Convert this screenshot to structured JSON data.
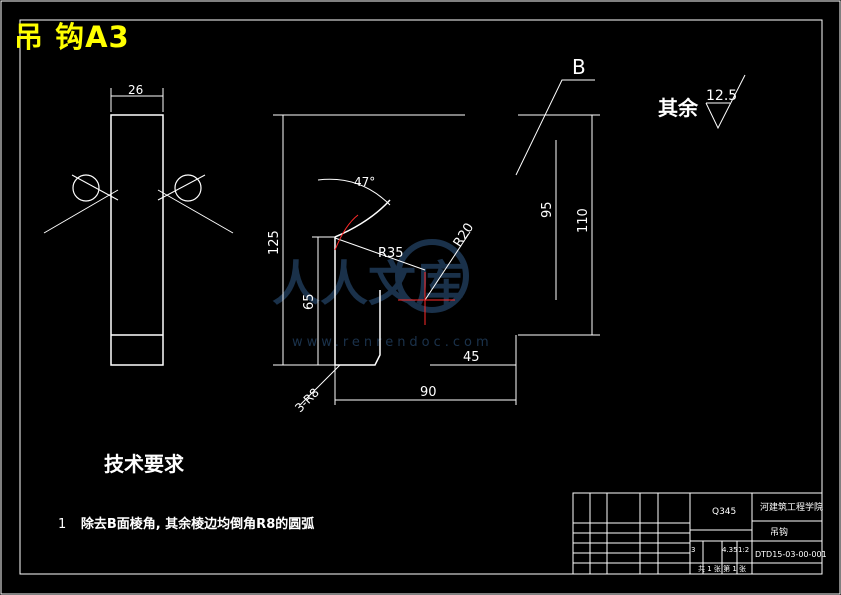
{
  "title": "吊 钩A3",
  "roughness": {
    "label": "其余",
    "value": "12.5"
  },
  "section_label": "B",
  "dimensions": {
    "thickness": "26",
    "angle": "47°",
    "r35": "R35",
    "r20": "R20",
    "h125": "125",
    "h65": "65",
    "h95": "95",
    "h110": "110",
    "w45": "45",
    "w90": "90",
    "fillet": "3-R8"
  },
  "tech_requirements": {
    "title": "技术要求",
    "items": [
      {
        "num": "1",
        "text": "除去B面棱角, 其余棱边均倒角R8的圆弧"
      }
    ]
  },
  "title_block": {
    "material": "Q345",
    "school": "河建筑工程学院",
    "part_name": "吊钩",
    "drawing_no": "DTD15-03-00-001",
    "scale": "1:2",
    "weight": "4.35",
    "count": "3",
    "sheet": "共 1 张 第 1 张"
  },
  "watermark": {
    "text": "人人文库",
    "url": "www.renrendoc.com"
  }
}
